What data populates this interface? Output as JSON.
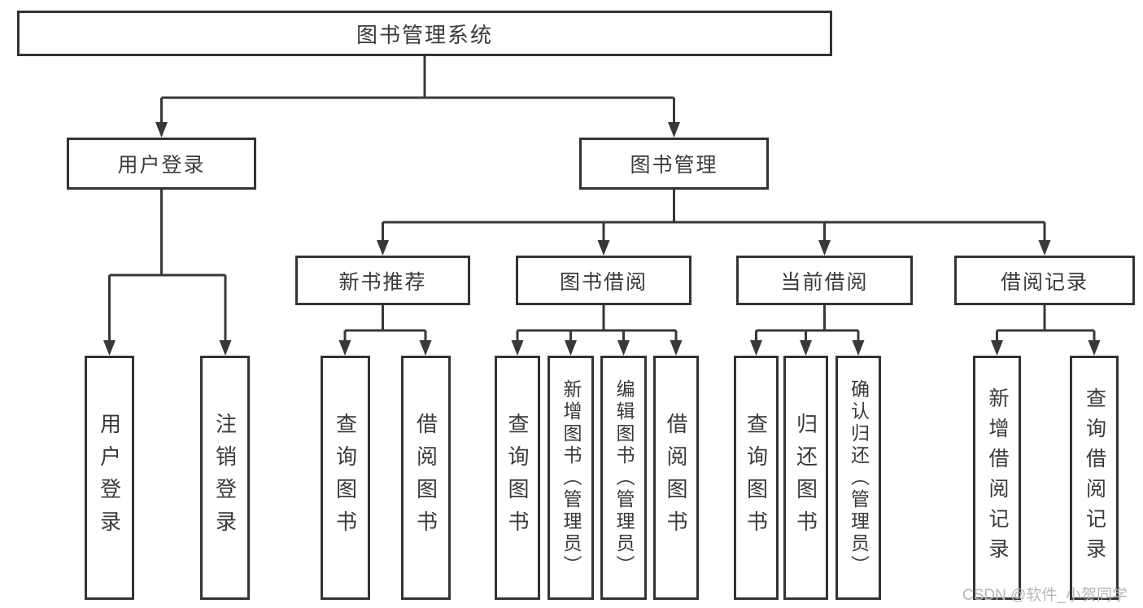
{
  "diagram_type": "hierarchy-tree",
  "colors": {
    "line": "#383838",
    "box_border": "#333333",
    "text": "#3a3a3a",
    "background": "#ffffff",
    "watermark_text": "#b5b5b5"
  },
  "tree": {
    "label": "图书管理系统",
    "children": [
      {
        "label": "用户登录",
        "children": [
          {
            "label": "用户登录"
          },
          {
            "label": "注销登录"
          }
        ]
      },
      {
        "label": "图书管理",
        "children": [
          {
            "label": "新书推荐",
            "children": [
              {
                "label": "查询图书"
              },
              {
                "label": "借阅图书"
              }
            ]
          },
          {
            "label": "图书借阅",
            "children": [
              {
                "label": "查询图书"
              },
              {
                "label": "新增图书（管理员）"
              },
              {
                "label": "编辑图书（管理员）"
              },
              {
                "label": "借阅图书"
              }
            ]
          },
          {
            "label": "当前借阅",
            "children": [
              {
                "label": "查询图书"
              },
              {
                "label": "归还图书"
              },
              {
                "label": "确认归还（管理员）"
              }
            ]
          },
          {
            "label": "借阅记录",
            "children": [
              {
                "label": "新增借阅记录"
              },
              {
                "label": "查询借阅记录"
              }
            ]
          }
        ]
      }
    ]
  },
  "watermark": "CSDN @软件_小贺同学"
}
